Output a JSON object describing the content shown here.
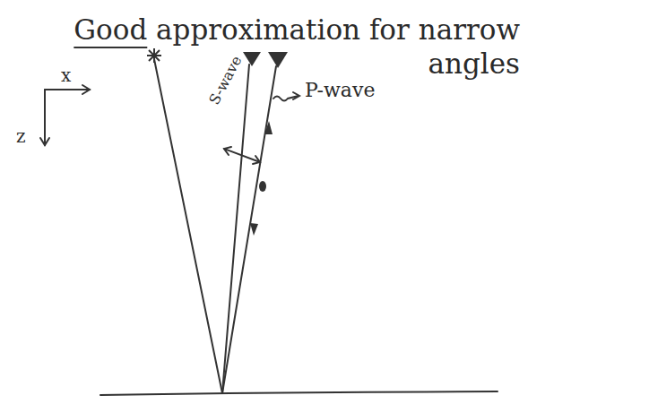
{
  "diagram": {
    "title": "Good approximation for narrow angles",
    "labels": [
      "x",
      "z",
      "S-wave",
      "P-wave"
    ]
  }
}
